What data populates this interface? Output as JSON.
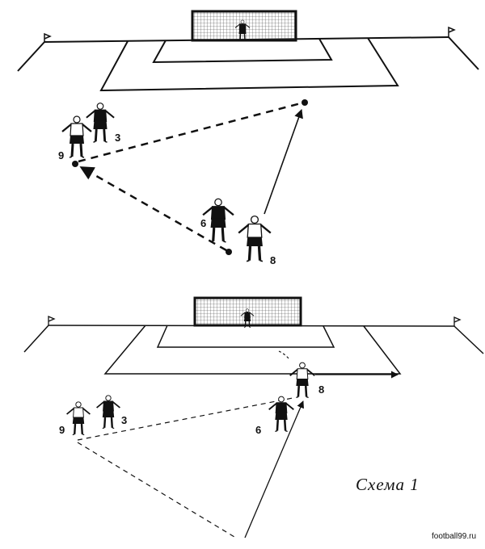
{
  "diagram": {
    "caption": "Схема 1",
    "watermark": "football99.ru",
    "top_scene": {
      "labels": {
        "p9": "9",
        "p3": "3",
        "p6": "6",
        "p8": "8"
      }
    },
    "bottom_scene": {
      "labels": {
        "p9": "9",
        "p3": "3",
        "p6": "6",
        "p8": "8"
      }
    }
  }
}
